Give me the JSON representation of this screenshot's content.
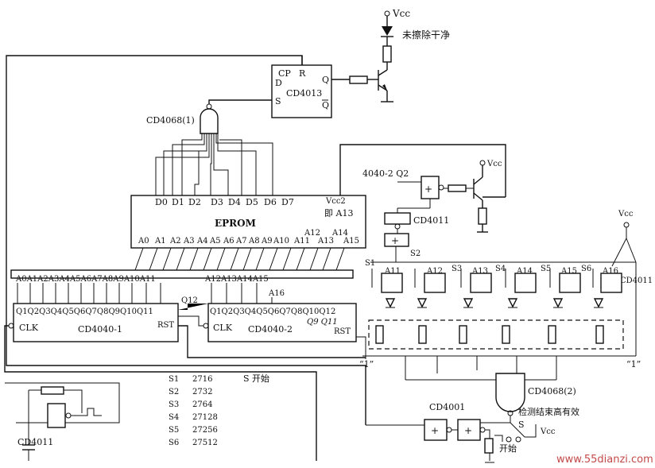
{
  "colors": {
    "line": "#111111",
    "background": "#ffffff",
    "watermark": "#c44a4a"
  },
  "labels": {
    "vcc_top": "Vcc",
    "not_erased": "未擦除干净",
    "d_flipflop": "CD4013",
    "cp": "CP",
    "r": "R",
    "d": "D",
    "s": "S",
    "q": "Q",
    "qbar": "Q",
    "nand_top": "CD4068(1)",
    "eprom": "EPROM",
    "data_pins": [
      "D0",
      "D1",
      "D2",
      "D3",
      "D4",
      "D5",
      "D6",
      "D7"
    ],
    "vcc2": "Vcc2",
    "a13_note": "即 A13",
    "a12": "A12",
    "a14": "A14",
    "a16": "A16",
    "addr_pins": [
      "A0",
      "A1",
      "A2",
      "A3",
      "A4",
      "A5",
      "A6",
      "A7",
      "A8",
      "A9",
      "A10",
      "A11",
      "A13",
      "A15"
    ],
    "bus_labels_left": "A0A1A2A3A4A5A6A7A8A9A10A11",
    "bus_labels_right": "A12A13A14A15",
    "q_outputs_1": "Q1Q2Q3Q4Q5Q6Q7Q8Q9Q10Q11",
    "q12_1": "Q12",
    "q_outputs_2": "Q1Q2Q3Q4Q5Q6Q7Q8Q10Q12",
    "q9q11": "Q9 Q11",
    "clk": "CLK",
    "rst": "RST",
    "counter1": "CD4040-1",
    "counter2": "CD4040-2",
    "q2_label": "4040-2 Q2",
    "vcc_mid": "Vcc",
    "cd4011_mid": "CD4011",
    "cd4011_right": "CD4011",
    "cd4011_bottom": "CD4011",
    "vcc_right": "Vcc",
    "s2": "S2",
    "one_left": "“1”",
    "one_right": "“1”",
    "switch_labels": [
      "S1",
      "S3",
      "S4",
      "S5",
      "S6"
    ],
    "gate_addr": [
      "A11",
      "A12",
      "A13",
      "A14",
      "A15",
      "A16"
    ],
    "nand_bottom": "CD4068(2)",
    "cd4001": "CD4001",
    "check_end": "检测结束高有效",
    "start": "开始",
    "s_switch": "S",
    "vcc_bottom": "Vcc",
    "s_start": "S 开始",
    "watermark": "www.55dianzi.com"
  },
  "switch_table": [
    {
      "switch": "S1",
      "chip": "2716"
    },
    {
      "switch": "S2",
      "chip": "2732"
    },
    {
      "switch": "S3",
      "chip": "2764"
    },
    {
      "switch": "S4",
      "chip": "27128"
    },
    {
      "switch": "S5",
      "chip": "27256"
    },
    {
      "switch": "S6",
      "chip": "27512"
    }
  ]
}
